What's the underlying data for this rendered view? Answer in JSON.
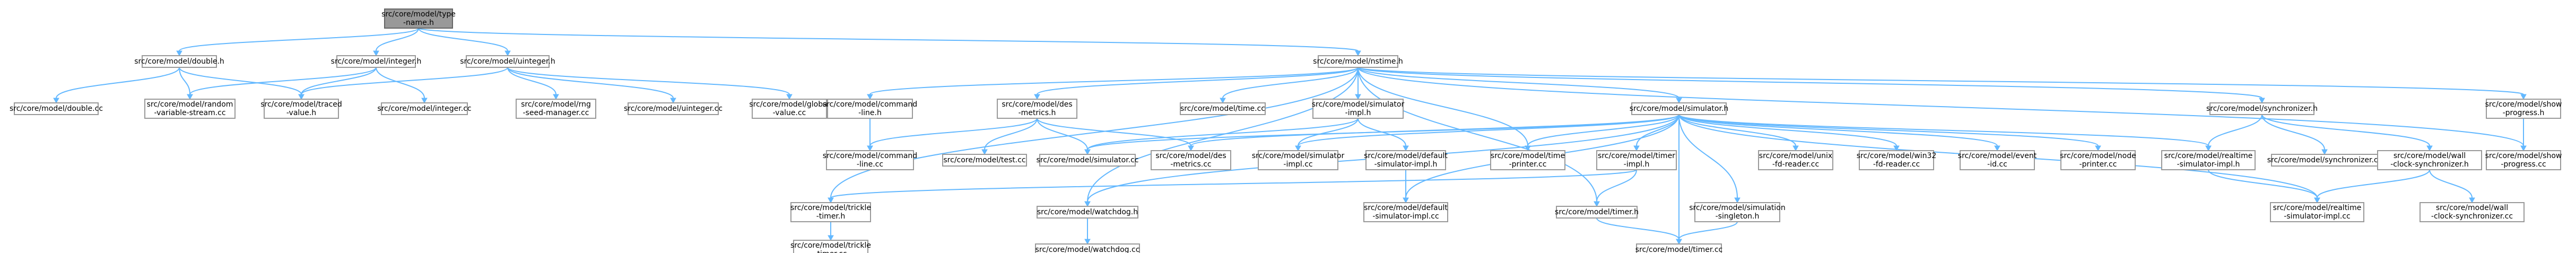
{
  "nodes": [
    {
      "id": "type_name_h",
      "lines": [
        "src/core/model/type",
        "-name.h"
      ],
      "root": true
    },
    {
      "id": "double_h",
      "lines": [
        "src/core/model/double.h"
      ]
    },
    {
      "id": "integer_h",
      "lines": [
        "src/core/model/integer.h"
      ]
    },
    {
      "id": "uinteger_h",
      "lines": [
        "src/core/model/uinteger.h"
      ]
    },
    {
      "id": "nstime_h",
      "lines": [
        "src/core/model/nstime.h"
      ]
    },
    {
      "id": "double_cc",
      "lines": [
        "src/core/model/double.cc"
      ]
    },
    {
      "id": "random_variable_stream_cc",
      "lines": [
        "src/core/model/random",
        "-variable-stream.cc"
      ]
    },
    {
      "id": "traced_value_h",
      "lines": [
        "src/core/model/traced",
        "-value.h"
      ]
    },
    {
      "id": "integer_cc",
      "lines": [
        "src/core/model/integer.cc"
      ]
    },
    {
      "id": "rng_seed_manager_cc",
      "lines": [
        "src/core/model/rng",
        "-seed-manager.cc"
      ]
    },
    {
      "id": "uinteger_cc",
      "lines": [
        "src/core/model/uinteger.cc"
      ]
    },
    {
      "id": "global_value_cc",
      "lines": [
        "src/core/model/global",
        "-value.cc"
      ]
    },
    {
      "id": "command_line_h",
      "lines": [
        "src/core/model/command",
        "-line.h"
      ]
    },
    {
      "id": "des_metrics_h",
      "lines": [
        "src/core/model/des",
        "-metrics.h"
      ]
    },
    {
      "id": "time_cc",
      "lines": [
        "src/core/model/time.cc"
      ]
    },
    {
      "id": "simulator_impl_h",
      "lines": [
        "src/core/model/simulator",
        "-impl.h"
      ]
    },
    {
      "id": "simulator_h",
      "lines": [
        "src/core/model/simulator.h"
      ]
    },
    {
      "id": "synchronizer_h",
      "lines": [
        "src/core/model/synchronizer.h"
      ]
    },
    {
      "id": "show_progress_h",
      "lines": [
        "src/core/model/show",
        "-progress.h"
      ]
    },
    {
      "id": "command_line_cc",
      "lines": [
        "src/core/model/command",
        "-line.cc"
      ]
    },
    {
      "id": "test_cc",
      "lines": [
        "src/core/model/test.cc"
      ]
    },
    {
      "id": "simulator_cc",
      "lines": [
        "src/core/model/simulator.cc"
      ]
    },
    {
      "id": "des_metrics_cc",
      "lines": [
        "src/core/model/des",
        "-metrics.cc"
      ]
    },
    {
      "id": "simulator_impl_cc",
      "lines": [
        "src/core/model/simulator",
        "-impl.cc"
      ]
    },
    {
      "id": "default_simulator_impl_h",
      "lines": [
        "src/core/model/default",
        "-simulator-impl.h"
      ]
    },
    {
      "id": "time_printer_cc",
      "lines": [
        "src/core/model/time",
        "-printer.cc"
      ]
    },
    {
      "id": "timer_impl_h",
      "lines": [
        "src/core/model/timer",
        "-impl.h"
      ]
    },
    {
      "id": "unix_fd_reader_cc",
      "lines": [
        "src/core/model/unix",
        "-fd-reader.cc"
      ]
    },
    {
      "id": "win32_fd_reader_cc",
      "lines": [
        "src/core/model/win32",
        "-fd-reader.cc"
      ]
    },
    {
      "id": "event_id_cc",
      "lines": [
        "src/core/model/event",
        "-id.cc"
      ]
    },
    {
      "id": "node_printer_cc",
      "lines": [
        "src/core/model/node",
        "-printer.cc"
      ]
    },
    {
      "id": "realtime_simulator_impl_h",
      "lines": [
        "src/core/model/realtime",
        "-simulator-impl.h"
      ]
    },
    {
      "id": "synchronizer_cc",
      "lines": [
        "src/core/model/synchronizer.cc"
      ]
    },
    {
      "id": "wall_clock_synchronizer_h",
      "lines": [
        "src/core/model/wall",
        "-clock-synchronizer.h"
      ]
    },
    {
      "id": "show_progress_cc",
      "lines": [
        "src/core/model/show",
        "-progress.cc"
      ]
    },
    {
      "id": "trickle_timer_h",
      "lines": [
        "src/core/model/trickle",
        "-timer.h"
      ]
    },
    {
      "id": "watchdog_h",
      "lines": [
        "src/core/model/watchdog.h"
      ]
    },
    {
      "id": "default_simulator_impl_cc",
      "lines": [
        "src/core/model/default",
        "-simulator-impl.cc"
      ]
    },
    {
      "id": "timer_h",
      "lines": [
        "src/core/model/timer.h"
      ]
    },
    {
      "id": "simulation_singleton_h",
      "lines": [
        "src/core/model/simulation",
        "-singleton.h"
      ]
    },
    {
      "id": "realtime_simulator_impl_cc",
      "lines": [
        "src/core/model/realtime",
        "-simulator-impl.cc"
      ]
    },
    {
      "id": "wall_clock_synchronizer_cc",
      "lines": [
        "src/core/model/wall",
        "-clock-synchronizer.cc"
      ]
    },
    {
      "id": "trickle_timer_cc",
      "lines": [
        "src/core/model/trickle",
        "-timer.cc"
      ]
    },
    {
      "id": "watchdog_cc",
      "lines": [
        "src/core/model/watchdog.cc"
      ]
    },
    {
      "id": "timer_cc",
      "lines": [
        "src/core/model/timer.cc"
      ]
    }
  ],
  "edges": [
    [
      "type_name_h",
      "double_h"
    ],
    [
      "type_name_h",
      "integer_h"
    ],
    [
      "type_name_h",
      "uinteger_h"
    ],
    [
      "type_name_h",
      "nstime_h"
    ],
    [
      "double_h",
      "double_cc"
    ],
    [
      "double_h",
      "random_variable_stream_cc"
    ],
    [
      "double_h",
      "traced_value_h"
    ],
    [
      "integer_h",
      "random_variable_stream_cc"
    ],
    [
      "integer_h",
      "traced_value_h"
    ],
    [
      "integer_h",
      "integer_cc"
    ],
    [
      "uinteger_h",
      "traced_value_h"
    ],
    [
      "uinteger_h",
      "rng_seed_manager_cc"
    ],
    [
      "uinteger_h",
      "uinteger_cc"
    ],
    [
      "uinteger_h",
      "global_value_cc"
    ],
    [
      "nstime_h",
      "command_line_h"
    ],
    [
      "nstime_h",
      "des_metrics_h"
    ],
    [
      "nstime_h",
      "time_cc"
    ],
    [
      "nstime_h",
      "simulator_impl_h"
    ],
    [
      "nstime_h",
      "simulator_h"
    ],
    [
      "nstime_h",
      "synchronizer_h"
    ],
    [
      "nstime_h",
      "show_progress_h"
    ],
    [
      "nstime_h",
      "time_printer_cc"
    ],
    [
      "nstime_h",
      "trickle_timer_h"
    ],
    [
      "nstime_h",
      "watchdog_h"
    ],
    [
      "nstime_h",
      "timer_h"
    ],
    [
      "nstime_h",
      "show_progress_cc"
    ],
    [
      "command_line_h",
      "command_line_cc"
    ],
    [
      "des_metrics_h",
      "command_line_cc"
    ],
    [
      "des_metrics_h",
      "test_cc"
    ],
    [
      "des_metrics_h",
      "simulator_cc"
    ],
    [
      "des_metrics_h",
      "des_metrics_cc"
    ],
    [
      "simulator_impl_h",
      "simulator_cc"
    ],
    [
      "simulator_impl_h",
      "simulator_impl_cc"
    ],
    [
      "simulator_impl_h",
      "default_simulator_impl_h"
    ],
    [
      "simulator_h",
      "des_metrics_cc"
    ],
    [
      "simulator_h",
      "simulator_cc"
    ],
    [
      "simulator_h",
      "simulator_impl_cc"
    ],
    [
      "simulator_h",
      "time_printer_cc"
    ],
    [
      "simulator_h",
      "timer_impl_h"
    ],
    [
      "simulator_h",
      "unix_fd_reader_cc"
    ],
    [
      "simulator_h",
      "win32_fd_reader_cc"
    ],
    [
      "simulator_h",
      "event_id_cc"
    ],
    [
      "simulator_h",
      "node_printer_cc"
    ],
    [
      "simulator_h",
      "realtime_simulator_impl_h"
    ],
    [
      "simulator_h",
      "default_simulator_impl_cc"
    ],
    [
      "simulator_h",
      "simulation_singleton_h"
    ],
    [
      "simulator_h",
      "watchdog_h"
    ],
    [
      "simulator_h",
      "realtime_simulator_impl_cc"
    ],
    [
      "simulator_h",
      "timer_cc"
    ],
    [
      "synchronizer_h",
      "realtime_simulator_impl_h"
    ],
    [
      "synchronizer_h",
      "synchronizer_cc"
    ],
    [
      "synchronizer_h",
      "wall_clock_synchronizer_h"
    ],
    [
      "show_progress_h",
      "show_progress_cc"
    ],
    [
      "default_simulator_impl_h",
      "default_simulator_impl_cc"
    ],
    [
      "timer_impl_h",
      "trickle_timer_h"
    ],
    [
      "timer_impl_h",
      "timer_h"
    ],
    [
      "realtime_simulator_impl_h",
      "realtime_simulator_impl_cc"
    ],
    [
      "wall_clock_synchronizer_h",
      "realtime_simulator_impl_cc"
    ],
    [
      "wall_clock_synchronizer_h",
      "wall_clock_synchronizer_cc"
    ],
    [
      "trickle_timer_h",
      "trickle_timer_cc"
    ],
    [
      "watchdog_h",
      "watchdog_cc"
    ],
    [
      "timer_h",
      "timer_cc"
    ],
    [
      "simulation_singleton_h",
      "timer_cc"
    ]
  ]
}
